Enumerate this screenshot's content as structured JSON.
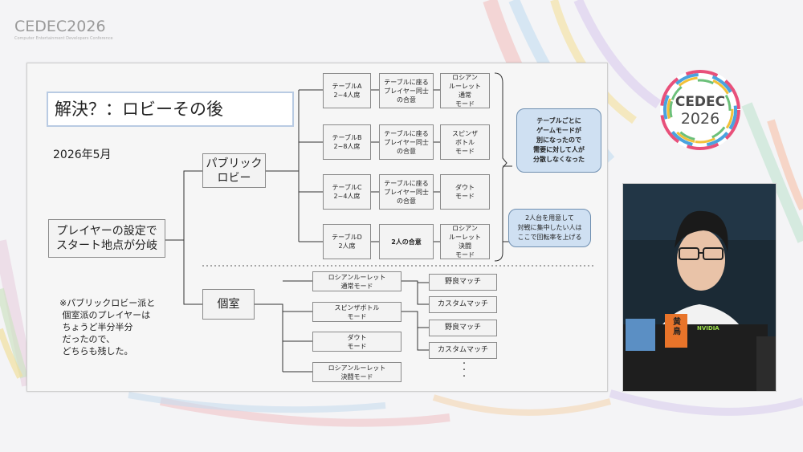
{
  "brand": {
    "wordmark": "CEDEC2026",
    "subline": "Computer Entertainment Developers Conference"
  },
  "logo": {
    "line1": "CEDEC",
    "line2": "2026"
  },
  "slide": {
    "title": "解決？：ロビーその後",
    "date": "2026年5月",
    "root": "プレイヤーの設定で\nスタート地点が分岐",
    "public_lobby": "パブリック\nロビー",
    "private_room": "個室",
    "note": "※パブリックロビー派と\n 個室派のプレイヤーは\n ちょうど半分半分\n だったので、\n どちらも残した。",
    "tables": [
      {
        "table": "テーブルA\n2~4人席",
        "rule": "テーブルに座る\nプレイヤー同士\nの合意",
        "mode": "ロシアン\nルーレット\n通常\nモード"
      },
      {
        "table": "テーブルB\n2~8人席",
        "rule": "テーブルに座る\nプレイヤー同士\nの合意",
        "mode": "スピンザ\nボトル\nモード"
      },
      {
        "table": "テーブルC\n2~4人席",
        "rule": "テーブルに座る\nプレイヤー同士\nの合意",
        "mode": "ダウト\nモード"
      },
      {
        "table": "テーブルD\n2人席",
        "rule": "2人の合意",
        "mode": "ロシアン\nルーレット\n決闘\nモード"
      }
    ],
    "private_modes": [
      "ロシアンルーレット\n通常モード",
      "スピンザボトル\nモード",
      "ダウト\nモード",
      "ロシアンルーレット\n決闘モード"
    ],
    "match_types": [
      "野良マッチ",
      "カスタムマッチ",
      "野良マッチ",
      "カスタムマッチ"
    ],
    "ellipsis": "・\n・\n・",
    "bubble1": "テーブルごとに\nゲームモードが\n別になったので\n需要に対して人が\n分散しなくなった",
    "bubble2": "2人台を用意して\n対戦に集中したい人は\nここで回転率を上げる"
  },
  "camera": {
    "sticker_text": "黄\n鳥",
    "laptop_brand": "NVIDIA"
  },
  "colors": {
    "bubble_fill": "#cfe0f2",
    "title_border": "#b9cbe3",
    "box_border": "#8a8a8a"
  }
}
